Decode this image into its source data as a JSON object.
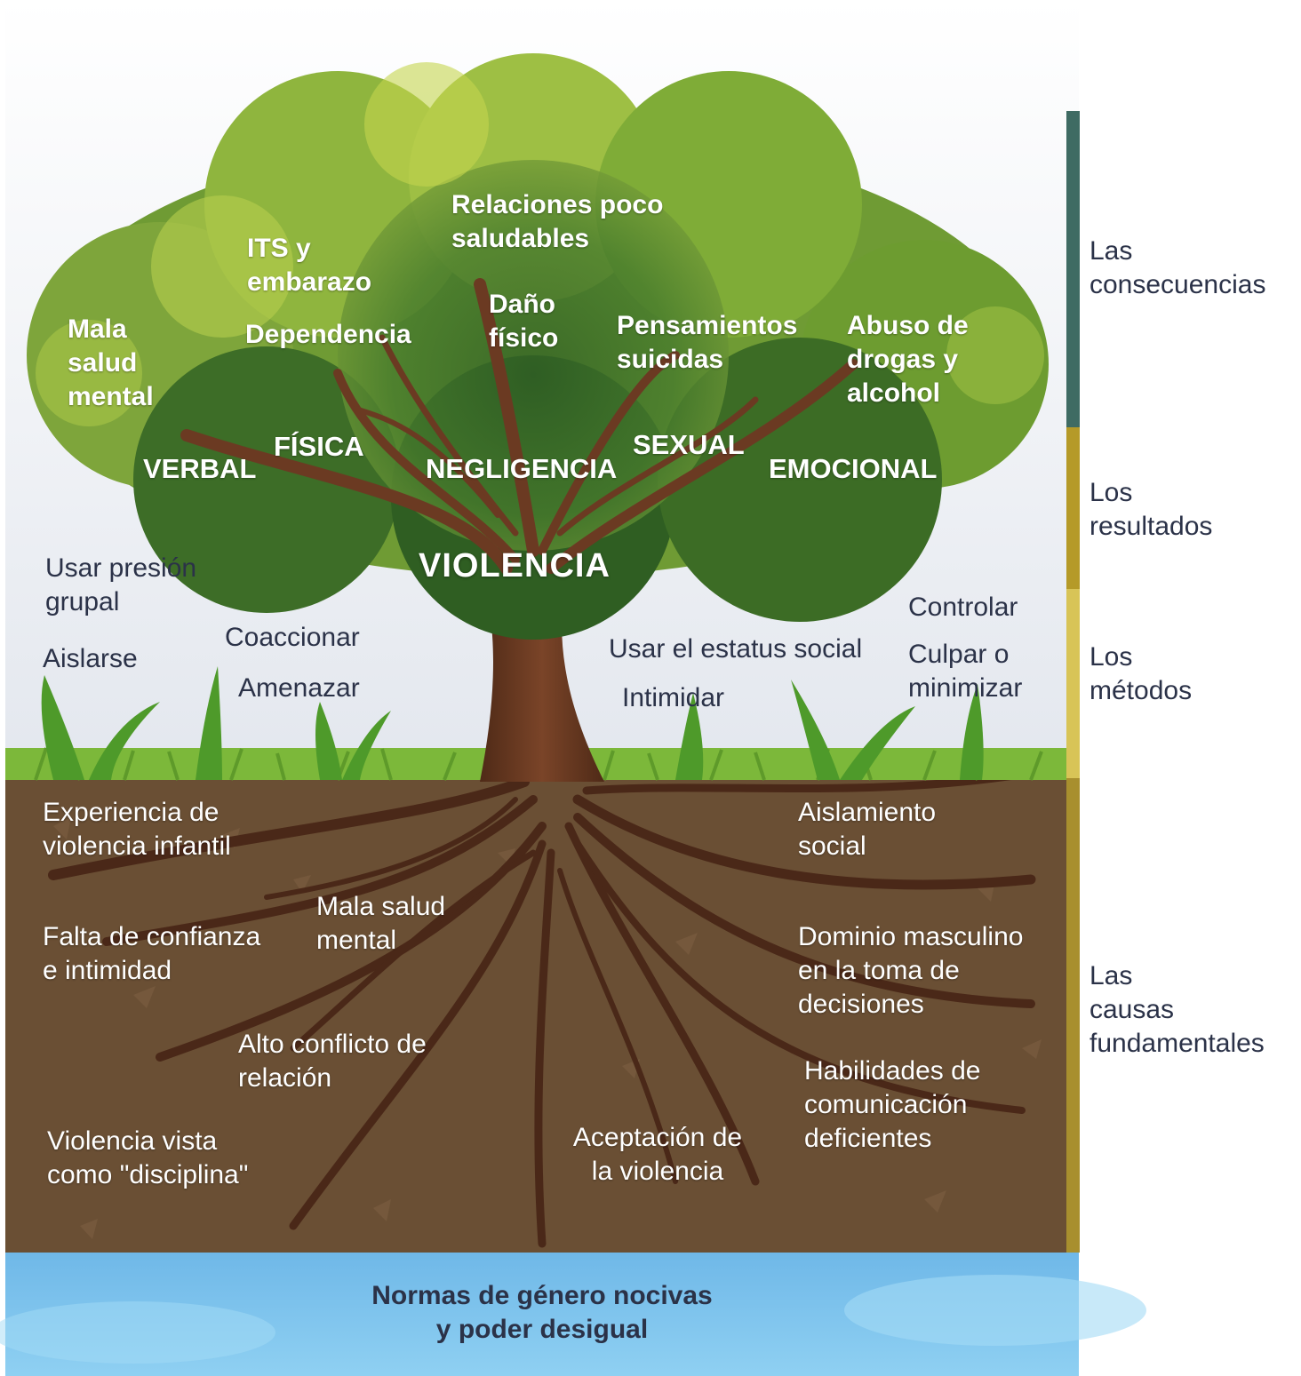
{
  "consequences": {
    "mala_salud_mental_top": [
      "Mala",
      "salud",
      "mental"
    ],
    "its_embarazo": [
      "ITS y",
      "embarazo"
    ],
    "relaciones": [
      "Relaciones poco",
      "saludables"
    ],
    "dependencia": "Dependencia",
    "dano_fisico": [
      "Daño",
      "físico"
    ],
    "pensamientos": [
      "Pensamientos",
      "suicidas"
    ],
    "abuso": [
      "Abuso de",
      "drogas y",
      "alcohol"
    ]
  },
  "forms": {
    "verbal": "VERBAL",
    "fisica": "FÍSICA",
    "negligencia": "NEGLIGENCIA",
    "sexual": "SEXUAL",
    "emocional": "EMOCIONAL"
  },
  "center": "VIOLENCIA",
  "methods": {
    "presion": [
      "Usar presión",
      "grupal"
    ],
    "aislarse": "Aislarse",
    "coaccionar": "Coaccionar",
    "amenazar": "Amenazar",
    "estatus": "Usar el estatus social",
    "intimidar": "Intimidar",
    "controlar": "Controlar",
    "culpar": [
      "Culpar o",
      "minimizar"
    ]
  },
  "roots": {
    "experiencia": [
      "Experiencia de",
      "violencia infantil"
    ],
    "aislamiento": [
      "Aislamiento",
      "social"
    ],
    "mala_salud": [
      "Mala salud",
      "mental"
    ],
    "falta": [
      "Falta de confianza",
      "e intimidad"
    ],
    "dominio": [
      "Dominio masculino",
      "en la toma de",
      "decisiones"
    ],
    "conflicto": [
      "Alto conflicto de",
      "relación"
    ],
    "habilidades": [
      "Habilidades de",
      "comunicación",
      "deficientes"
    ],
    "disciplina": [
      "Violencia vista",
      "como \"disciplina\""
    ],
    "aceptacion": [
      "Aceptación de",
      "la violencia"
    ]
  },
  "water": [
    "Normas de género nocivas",
    "y poder desigual"
  ],
  "sidebar": {
    "consecuencias": [
      "Las",
      "consecuencias"
    ],
    "resultados": [
      "Los",
      "resultados"
    ],
    "metodos": [
      "Los",
      "métodos"
    ],
    "causas": [
      "Las",
      "causas",
      "fundamentales"
    ]
  },
  "colors": {
    "consecuencias": "#3f6b63",
    "resultados": "#b59a28",
    "metodos": "#d8c457",
    "causas": "#a88f2e",
    "soil": "#6a4f34",
    "water": "#7ec3ea",
    "foliage": "#4f7f2a",
    "trunk": "#6b3a22"
  }
}
